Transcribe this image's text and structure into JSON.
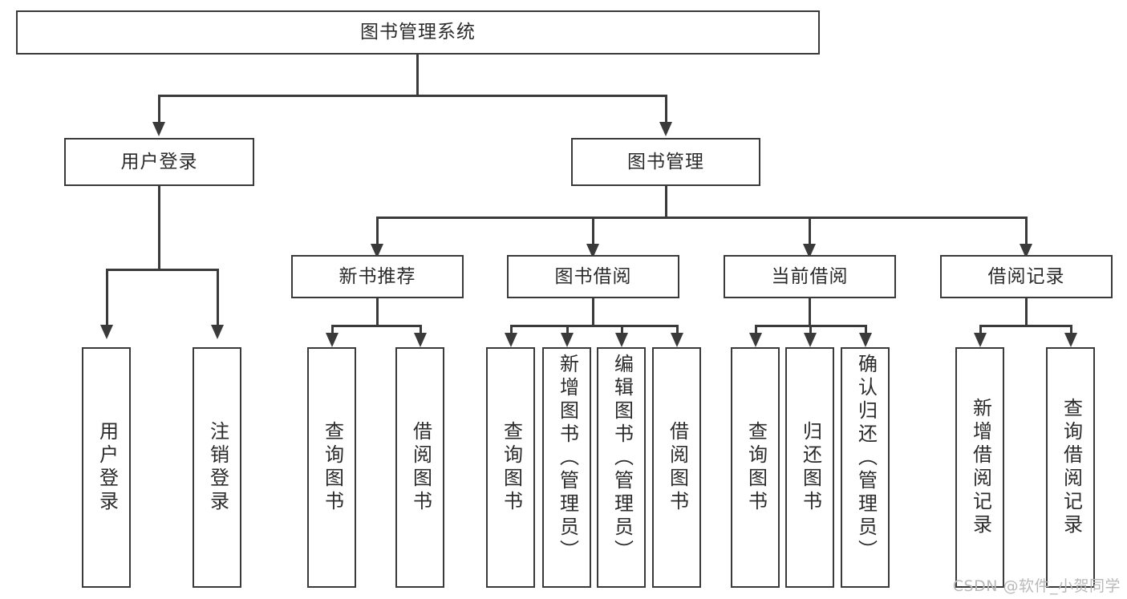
{
  "diagram": {
    "type": "tree-hierarchy",
    "title": "图书管理系统",
    "root": {
      "label": "图书管理系统"
    },
    "level2": [
      {
        "label": "用户登录"
      },
      {
        "label": "图书管理"
      }
    ],
    "level3": [
      {
        "label": "新书推荐"
      },
      {
        "label": "图书借阅"
      },
      {
        "label": "当前借阅"
      },
      {
        "label": "借阅记录"
      }
    ],
    "leaves": {
      "user_login": [
        {
          "label": "用户登录"
        },
        {
          "label": "注销登录"
        }
      ],
      "new_book_recommend": [
        {
          "label": "查询图书"
        },
        {
          "label": "借阅图书"
        }
      ],
      "book_borrow": [
        {
          "label": "查询图书"
        },
        {
          "label": "新增图书（管理员）"
        },
        {
          "label": "编辑图书（管理员）"
        },
        {
          "label": "借阅图书"
        }
      ],
      "current_borrow": [
        {
          "label": "查询图书"
        },
        {
          "label": "归还图书"
        },
        {
          "label": "确认归还（管理员）"
        }
      ],
      "borrow_record": [
        {
          "label": "新增借阅记录"
        },
        {
          "label": "查询借阅记录"
        }
      ]
    }
  },
  "watermark": {
    "text": "CSDN @软件_小贺同学"
  },
  "colors": {
    "stroke": "#3a3a3a",
    "background": "#ffffff",
    "text": "#2b2b2b",
    "watermark": "#b9b9b9"
  }
}
